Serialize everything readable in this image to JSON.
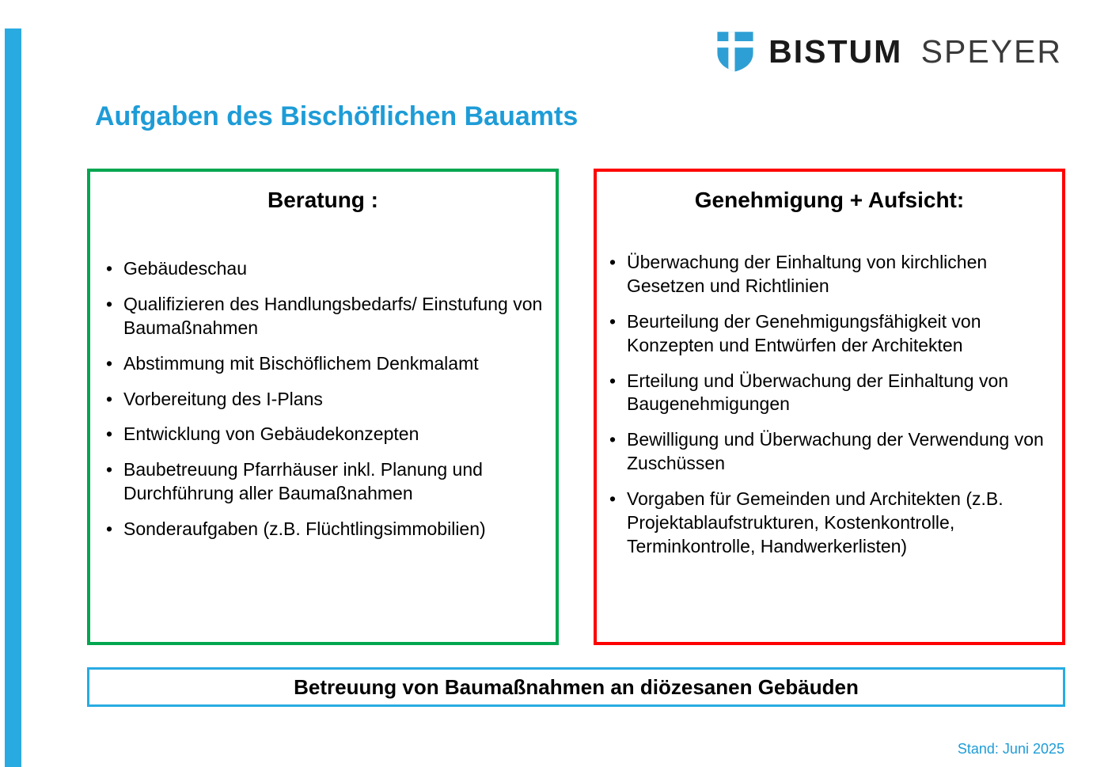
{
  "logo": {
    "name_bold": "BISTUM",
    "name_light": "SPEYER",
    "shield_icon": "shield-with-cross-icon",
    "shield_color": "#2E9FD4"
  },
  "title": "Aufgaben des Bischöflichen Bauamts",
  "colors": {
    "accent_blue": "#29ABE2",
    "title_blue": "#1E9CD7",
    "box_green": "#00A650",
    "box_red": "#FF0000"
  },
  "left_box": {
    "title": "Beratung :",
    "items": [
      "Gebäudeschau",
      "Qualifizieren des Handlungsbedarfs/ Einstufung von Baumaßnahmen",
      "Abstimmung mit Bischöflichem Denkmalamt",
      "Vorbereitung des I-Plans",
      "Entwicklung von Gebäudekonzepten",
      "Baubetreuung Pfarrhäuser inkl. Planung und Durchführung aller Baumaßnahmen",
      "Sonderaufgaben (z.B. Flüchtlingsimmobilien)"
    ]
  },
  "right_box": {
    "title": "Genehmigung + Aufsicht:",
    "items": [
      "Überwachung der Einhaltung von kirchlichen Gesetzen und Richtlinien",
      "Beurteilung der Genehmigungsfähigkeit von Konzepten und Entwürfen der Architekten",
      "Erteilung und Überwachung der Einhaltung von Baugenehmigungen",
      "Bewilligung und Überwachung der Verwendung von Zuschüssen",
      "Vorgaben für Gemeinden und Architekten (z.B. Projektablaufstrukturen, Kostenkontrolle, Terminkontrolle, Handwerkerlisten)"
    ]
  },
  "banner": {
    "text": "Betreuung von Baumaßnahmen an diözesanen Gebäuden"
  },
  "footer": {
    "stamp": "Stand: Juni 2025"
  }
}
